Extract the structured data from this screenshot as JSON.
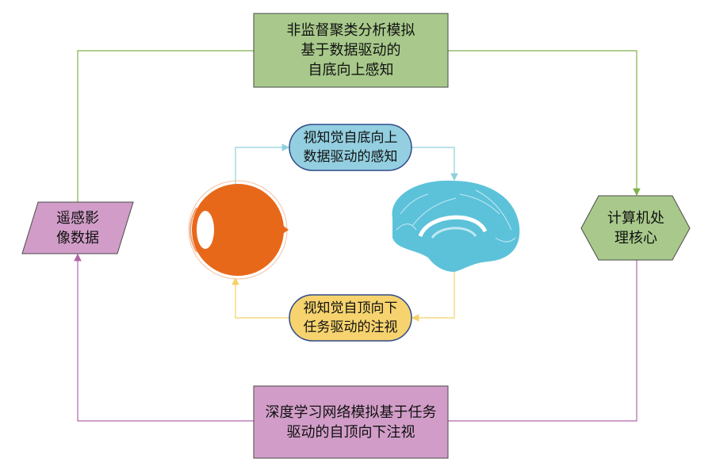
{
  "nodes": {
    "top_box": "非监督聚类分析模拟\n基于数据驱动的\n自底向上感知",
    "bottom_box": "深度学习网络模拟基于任务\n驱动的自顶向下注视",
    "left_data": "遥感影\n像数据",
    "right_core": "计算机处\n理核心",
    "top_pill": "视知觉自底向上\n数据驱动的感知",
    "bottom_pill": "视知觉自顶向下\n任务驱动的注视"
  },
  "icons": [
    "eye-icon",
    "brain-icon"
  ],
  "colors": {
    "green": "#a8c98b",
    "pink": "#d19dc8",
    "blue_pill": "#93cfe0",
    "yellow_pill": "#f6d36e",
    "eye": "#e8681a",
    "brain": "#5cc2da",
    "green_line": "#7fb24a",
    "purple_line": "#b064a8",
    "blue_line": "#8fd0dc",
    "yellow_line": "#f5d06a"
  }
}
